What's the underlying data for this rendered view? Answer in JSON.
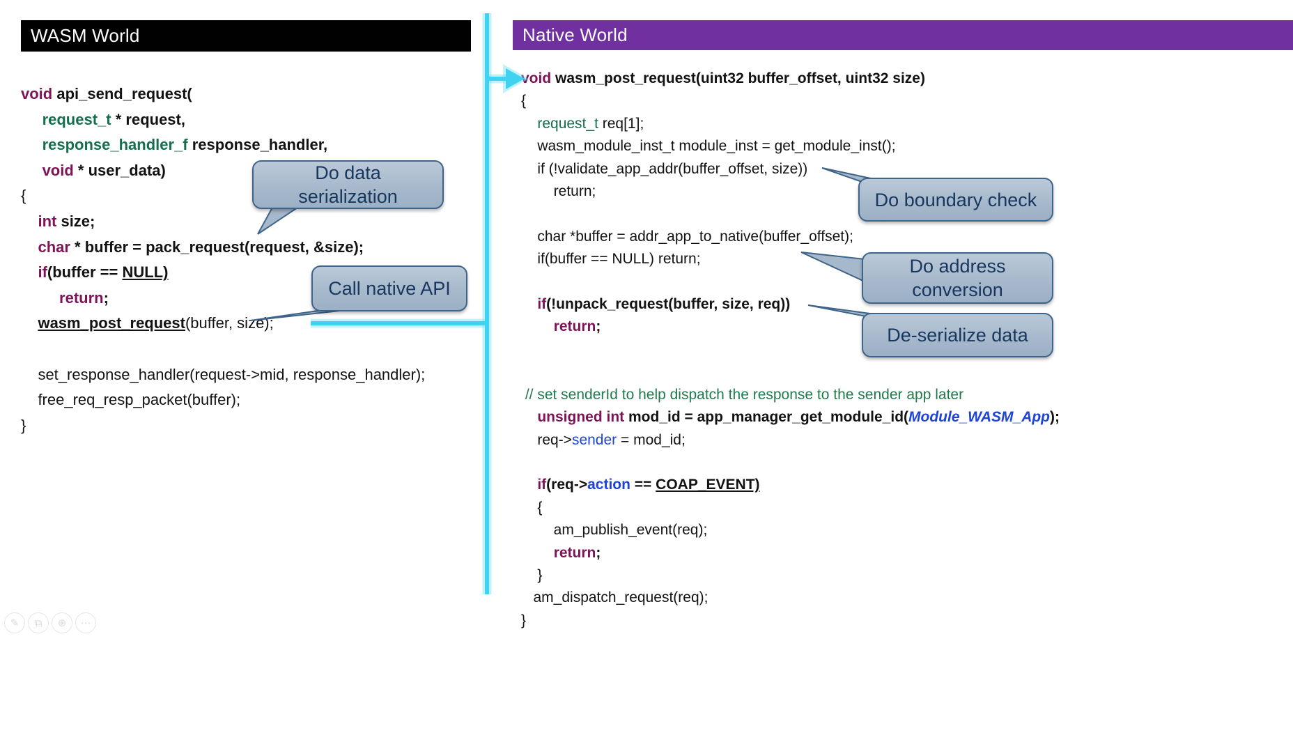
{
  "slide": {
    "left_panel": {
      "title": "WASM World",
      "code": [
        [
          [
            "kw",
            "void "
          ],
          [
            "b",
            "api_send_request("
          ]
        ],
        [
          [
            "b",
            "     "
          ],
          [
            "ty",
            "request_t "
          ],
          [
            "b",
            "* request,"
          ]
        ],
        [
          [
            "b",
            "     "
          ],
          [
            "ty",
            "response_handler_f "
          ],
          [
            "b",
            "response_handler,"
          ]
        ],
        [
          [
            "b",
            "     "
          ],
          [
            "kw",
            "void "
          ],
          [
            "b",
            "* user_data)"
          ]
        ],
        [
          [
            "r",
            "{"
          ]
        ],
        [
          [
            "b",
            "    "
          ],
          [
            "kw",
            "int "
          ],
          [
            "b",
            "size;"
          ]
        ],
        [
          [
            "b",
            "    "
          ],
          [
            "kw",
            "char "
          ],
          [
            "b",
            "* buffer = pack_request(request, &size);"
          ]
        ],
        [
          [
            "b",
            "    "
          ],
          [
            "kw",
            "if"
          ],
          [
            "b",
            "(buffer == "
          ],
          [
            "bu",
            "NULL)"
          ]
        ],
        [
          [
            "b",
            "         "
          ],
          [
            "kw",
            "return"
          ],
          [
            "b",
            ";"
          ]
        ],
        [
          [
            "b",
            "    "
          ],
          [
            "bu",
            "wasm_post_request"
          ],
          [
            "r",
            "(buffer, size);"
          ]
        ],
        [],
        [
          [
            "r",
            "    set_response_handler(request->mid, response_handler);"
          ]
        ],
        [
          [
            "r",
            "    free_req_resp_packet(buffer);"
          ]
        ],
        [
          [
            "r",
            "}"
          ]
        ]
      ]
    },
    "right_panel": {
      "title": "Native World",
      "code": [
        [
          [
            "kw",
            "void "
          ],
          [
            "b",
            "wasm_post_request(uint32 buffer_offset, uint32 size)"
          ]
        ],
        [
          [
            "r",
            "{"
          ]
        ],
        [
          [
            "r",
            "    "
          ],
          [
            "tyr",
            "request_t "
          ],
          [
            "r",
            "req[1];"
          ]
        ],
        [
          [
            "r",
            "    wasm_module_inst_t module_inst = get_module_inst();"
          ]
        ],
        [
          [
            "r",
            "    if (!validate_app_addr(buffer_offset, size))"
          ]
        ],
        [
          [
            "r",
            "        return;"
          ]
        ],
        [],
        [
          [
            "r",
            "    char *buffer = addr_app_to_native(buffer_offset);"
          ]
        ],
        [
          [
            "r",
            "    if(buffer == NULL) return;"
          ]
        ],
        [],
        [
          [
            "kw",
            "    if"
          ],
          [
            "b",
            "(!unpack_request(buffer, size, req))"
          ]
        ],
        [
          [
            "b",
            "        "
          ],
          [
            "kw",
            "return"
          ],
          [
            "b",
            ";"
          ]
        ],
        [],
        [],
        [
          [
            "c",
            " // set senderId to help dispatch the response to the sender app later"
          ]
        ],
        [
          [
            "b",
            "    "
          ],
          [
            "kw",
            "unsigned int "
          ],
          [
            "b",
            "mod_id = app_manager_get_module_id("
          ],
          [
            "bib",
            "Module_WASM_App"
          ],
          [
            "b",
            ");"
          ]
        ],
        [
          [
            "r",
            "    req->"
          ],
          [
            "bl",
            "sender"
          ],
          [
            "r",
            " = mod_id;"
          ]
        ],
        [],
        [
          [
            "kw",
            "    if"
          ],
          [
            "b",
            "(req->"
          ],
          [
            "blb",
            "action"
          ],
          [
            "b",
            " == "
          ],
          [
            "bu",
            "COAP_EVENT)"
          ]
        ],
        [
          [
            "r",
            "    {"
          ]
        ],
        [
          [
            "r",
            "        am_publish_event(req);"
          ]
        ],
        [
          [
            "b",
            "        "
          ],
          [
            "kw",
            "return"
          ],
          [
            "b",
            ";"
          ]
        ],
        [
          [
            "r",
            "    }"
          ]
        ],
        [
          [
            "r",
            "   am_dispatch_request(req);"
          ]
        ],
        [
          [
            "r",
            "}"
          ]
        ]
      ]
    },
    "callouts": {
      "serialization": {
        "text": "Do data\nserialization"
      },
      "call_native": {
        "text": "Call native API"
      },
      "boundary": {
        "text": "Do boundary check"
      },
      "address": {
        "text": "Do address\nconversion"
      },
      "deserialize": {
        "text": "De-serialize data"
      }
    },
    "presenter_toolbar": {
      "icons": [
        {
          "name": "annotation-pen-icon",
          "glyph": "✎"
        },
        {
          "name": "slide-navigator-icon",
          "glyph": "⧉"
        },
        {
          "name": "zoom-icon",
          "glyph": "⊕"
        },
        {
          "name": "more-options-icon",
          "glyph": "⋯"
        }
      ]
    }
  },
  "colors": {
    "accent": "#3fd2f1",
    "kw": "#7d1457",
    "type": "#156e4e",
    "comment": "#217a4b",
    "blue": "#1d43d8",
    "callout-fill": "#a6b8cb",
    "callout-border": "#3f6489",
    "callout-text": "#17375e",
    "hdr-left": "#010101",
    "hdr-right": "#7030a0"
  }
}
